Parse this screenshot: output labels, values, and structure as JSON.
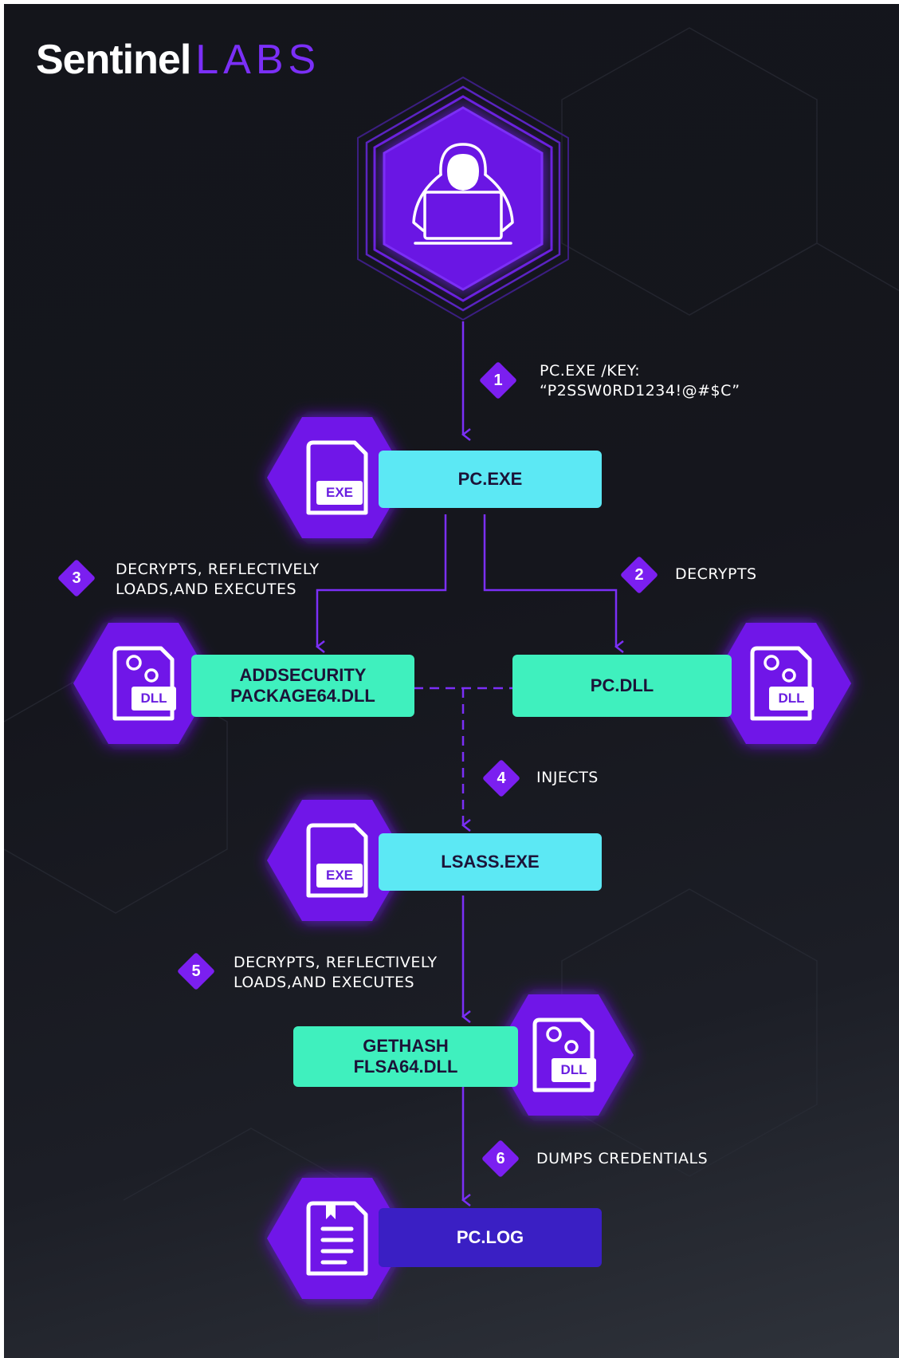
{
  "brand": {
    "primary": "Sentinel",
    "secondary": "LABS"
  },
  "colors": {
    "accent": "#7b1ff0",
    "cyan": "#5ce8f4",
    "green": "#3ff0be",
    "dark_violet": "#3a1fc4",
    "background": "#15161d"
  },
  "actor": {
    "icon": "hacker-laptop-icon"
  },
  "nodes": {
    "pc_exe": {
      "label": "PC.EXE",
      "file_type": "EXE"
    },
    "addsecurity_dll": {
      "label_line1": "ADDSECURITY",
      "label_line2": "PACKAGE64.DLL",
      "file_type": "DLL"
    },
    "pc_dll": {
      "label": "PC.DLL",
      "file_type": "DLL"
    },
    "lsass_exe": {
      "label": "LSASS.EXE",
      "file_type": "EXE"
    },
    "gethash_dll": {
      "label_line1": "GETHASH",
      "label_line2": "FLSA64.DLL",
      "file_type": "DLL"
    },
    "pc_log": {
      "label": "PC.LOG",
      "file_type": "log-document"
    }
  },
  "steps": [
    {
      "number": "1",
      "line1": "PC.EXE /KEY:",
      "line2": "“P2SSW0RD1234!@#$C”"
    },
    {
      "number": "2",
      "line1": "DECRYPTS",
      "line2": ""
    },
    {
      "number": "3",
      "line1": "DECRYPTS, REFLECTIVELY",
      "line2": "LOADS,AND EXECUTES"
    },
    {
      "number": "4",
      "line1": "INJECTS",
      "line2": ""
    },
    {
      "number": "5",
      "line1": "DECRYPTS, REFLECTIVELY",
      "line2": "LOADS,AND EXECUTES"
    },
    {
      "number": "6",
      "line1": "DUMPS CREDENTIALS",
      "line2": ""
    }
  ]
}
